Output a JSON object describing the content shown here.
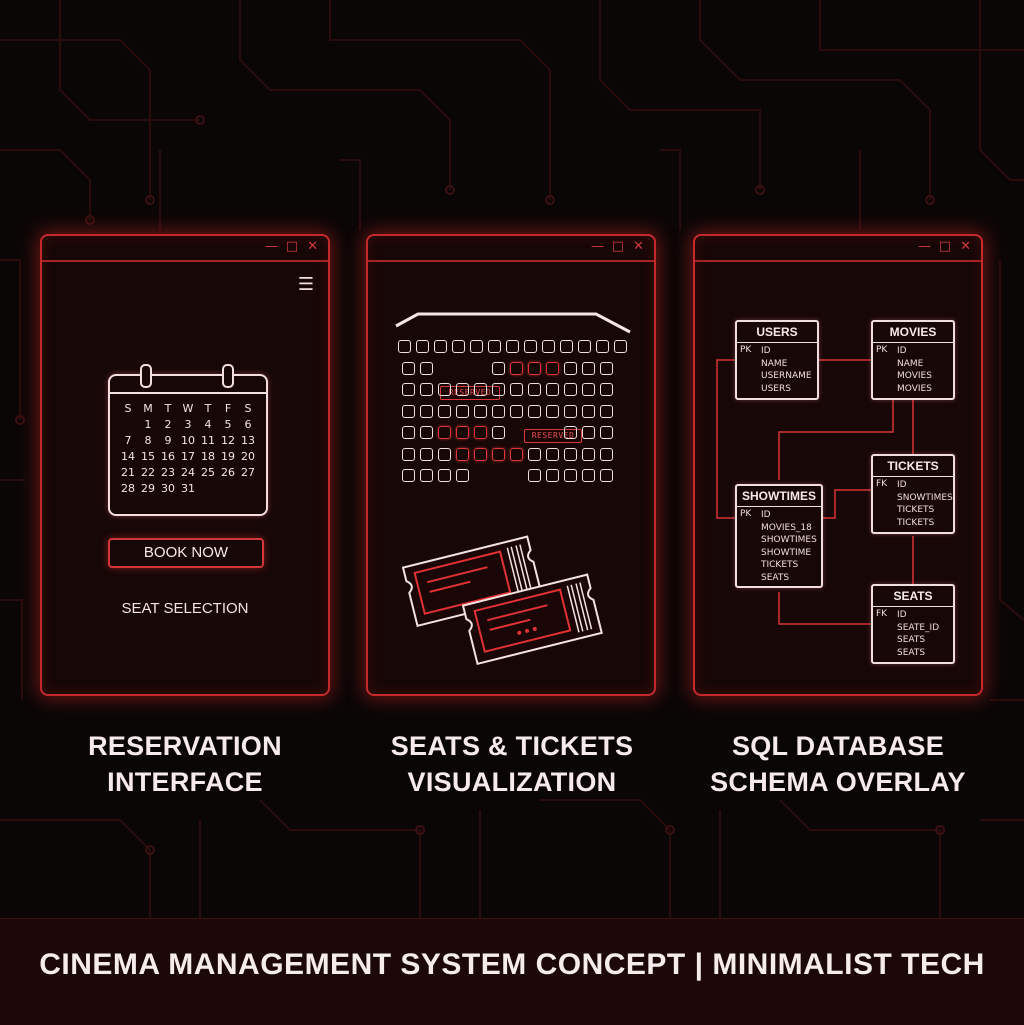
{
  "window_controls": {
    "minimize": "—",
    "maximize": "□",
    "close": "✕"
  },
  "panel1": {
    "menu_icon": "☰",
    "calendar": {
      "weekdays": [
        "S",
        "M",
        "T",
        "W",
        "T",
        "F",
        "S"
      ],
      "days": [
        "",
        "1",
        "2",
        "3",
        "4",
        "5",
        "6",
        "7",
        "8",
        "9",
        "10",
        "11",
        "12",
        "13",
        "14",
        "15",
        "16",
        "17",
        "18",
        "19",
        "20",
        "21",
        "22",
        "23",
        "24",
        "25",
        "26",
        "27",
        "28",
        "29",
        "30",
        "31"
      ]
    },
    "book_button": "BOOK NOW",
    "seat_selection": "SEAT SELECTION",
    "caption_line1": "RESERVATION",
    "caption_line2": "INTERFACE"
  },
  "panel2": {
    "reserved_label_1": "RESERVED",
    "reserved_label_2": "RESERVED",
    "caption_line1": "SEATS & TICKETS",
    "caption_line2": "VISUALIZATION"
  },
  "panel3": {
    "tables": {
      "users": {
        "title": "USERS",
        "key": "PK",
        "fields": [
          "ID",
          "NAME",
          "USERNAME",
          "USERS"
        ]
      },
      "movies": {
        "title": "MOVIES",
        "key": "PK",
        "fields": [
          "ID",
          "NAME",
          "MOVIES",
          "MOVIES"
        ]
      },
      "tickets": {
        "title": "TICKETS",
        "key": "FK",
        "fields": [
          "ID",
          "SNOWTIMES",
          "TICKETS",
          "TICKETS"
        ]
      },
      "showtimes": {
        "title": "SHOWTIMES",
        "key": "PK",
        "fields": [
          "ID",
          "MOVIES_18",
          "SHOWTIMES",
          "SHOWTIME",
          "TICKETS",
          "SEATS"
        ]
      },
      "seats": {
        "title": "SEATS",
        "key": "FK",
        "fields": [
          "ID",
          "SEATE_ID",
          "SEATS",
          "SEATS"
        ]
      }
    },
    "caption_line1": "SQL DATABASE",
    "caption_line2": "SCHEMA OVERLAY"
  },
  "footer": "CINEMA MANAGEMENT SYSTEM CONCEPT | MINIMALIST TECH",
  "colors": {
    "accent": "#c42a2a",
    "background": "#0b0606",
    "text": "#f2e6e6"
  }
}
